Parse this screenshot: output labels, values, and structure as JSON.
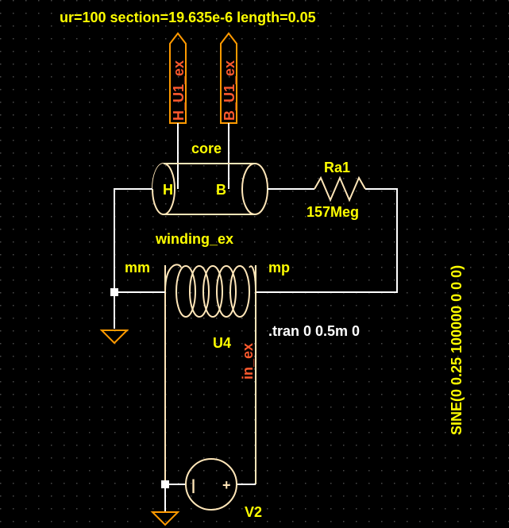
{
  "colors": {
    "background": "#000000",
    "grid_dot": "#4a4a4a",
    "wire": "#ffffff",
    "component": "#ffe6b8",
    "label_yellow": "#ffff00",
    "net_label": "#ff5a2e",
    "ground_and_port": "#ff9a00"
  },
  "parameters": "ur=100 section=19.635e-6 length=0.05",
  "ports": {
    "h_port": "H_U1_ex",
    "b_port": "B_U1_ex",
    "in_port": "in_ex"
  },
  "core": {
    "name": "core",
    "pin_h": "H",
    "pin_b": "B"
  },
  "resistor": {
    "name": "Ra1",
    "value": "157Meg"
  },
  "winding": {
    "name": "winding_ex",
    "pin_mm": "mm",
    "pin_mp": "mp",
    "instance": "U4"
  },
  "directive": ".tran 0 0.5m 0",
  "source": {
    "name": "V2",
    "value": "SINE(0 0.25 100000 0 0 0)",
    "minus_sign": "|",
    "plus_sign": "+"
  }
}
